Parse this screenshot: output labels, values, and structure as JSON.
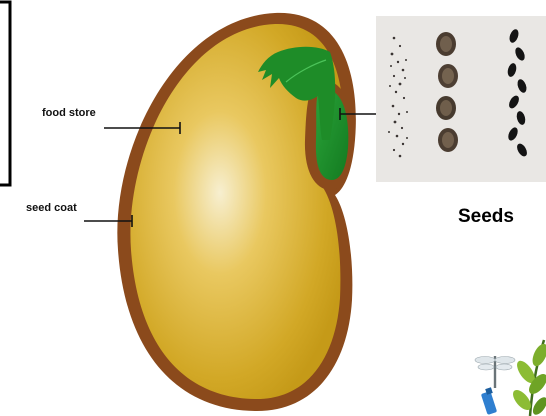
{
  "labels": {
    "food_store": "food store",
    "seed_coat": "seed coat"
  },
  "caption": "Seeds",
  "colors": {
    "seed_coat": "#8b4a1c",
    "food_store_center": "#f6ecc4",
    "food_store_edge": "#c9a020",
    "embryo": "#1e8c28",
    "frame": "#000000",
    "photo_bg": "#e9e7e4"
  },
  "icons": {
    "seed_photo": "seeds-photo",
    "corner_art": "dragonfly-plant-icon"
  }
}
